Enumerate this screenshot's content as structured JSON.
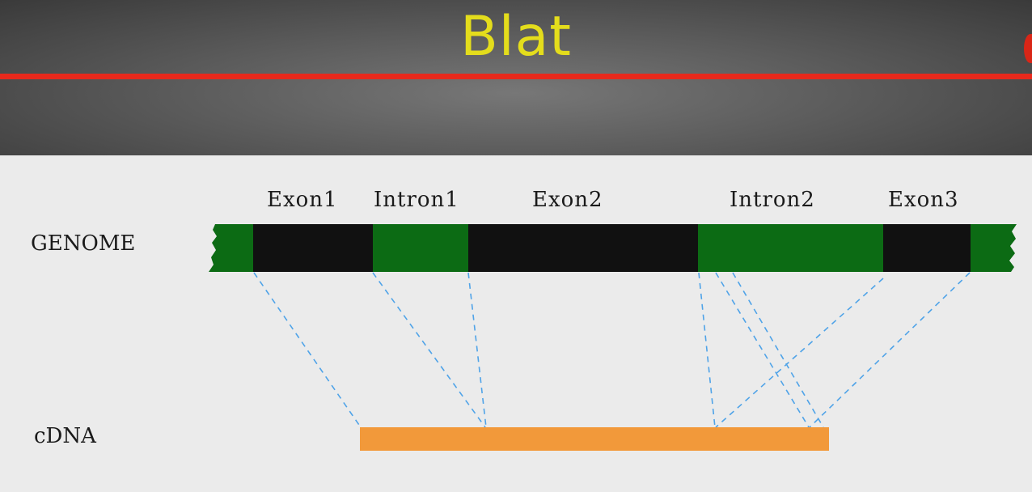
{
  "slide": {
    "title": "Blat"
  },
  "diagram": {
    "genome_label": "GENOME",
    "cdna_label": "cDNA",
    "segment_labels": [
      "Exon1",
      "Intron1",
      "Exon2",
      "Intron2",
      "Exon3"
    ]
  },
  "colors": {
    "title": "#e4dd1c",
    "rule": "#e8291c",
    "green_block": "#0c6b14",
    "black_block": "#111111",
    "cdna_bar": "#f2993a",
    "alignment_lines": "#4fa3e8"
  }
}
